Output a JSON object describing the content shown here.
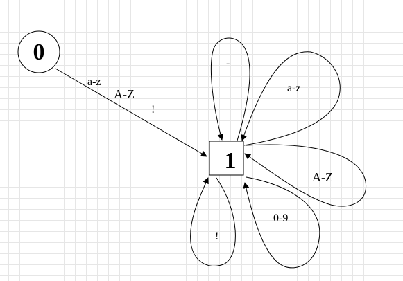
{
  "states": {
    "start": {
      "label": "0"
    },
    "accept": {
      "label": "1"
    }
  },
  "edges": {
    "start_to_accept": {
      "labels": [
        "a-z",
        "A-Z",
        "!"
      ]
    },
    "loops": {
      "dash": "-",
      "lower": "a-z",
      "upper": "A-Z",
      "digits": "0-9",
      "bang": "!"
    }
  },
  "colors": {
    "stroke": "#000000",
    "fill": "#ffffff",
    "grid": "#e6e6e6"
  }
}
